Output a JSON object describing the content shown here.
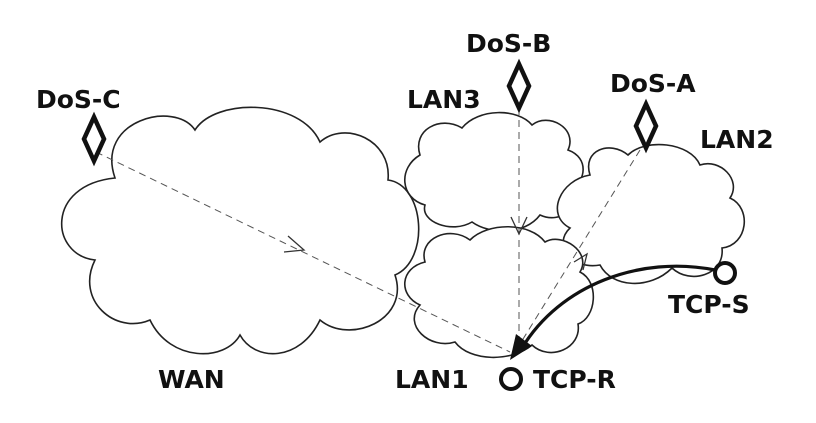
{
  "networks": {
    "wan": "WAN",
    "lan1": "LAN1",
    "lan2": "LAN2",
    "lan3": "LAN3"
  },
  "attackers": {
    "dos_a": "DoS-A",
    "dos_b": "DoS-B",
    "dos_c": "DoS-C"
  },
  "tcp": {
    "sender": "TCP-S",
    "receiver": "TCP-R"
  },
  "colors": {
    "stroke": "#222222",
    "dash": "#555555",
    "text": "#111111"
  }
}
